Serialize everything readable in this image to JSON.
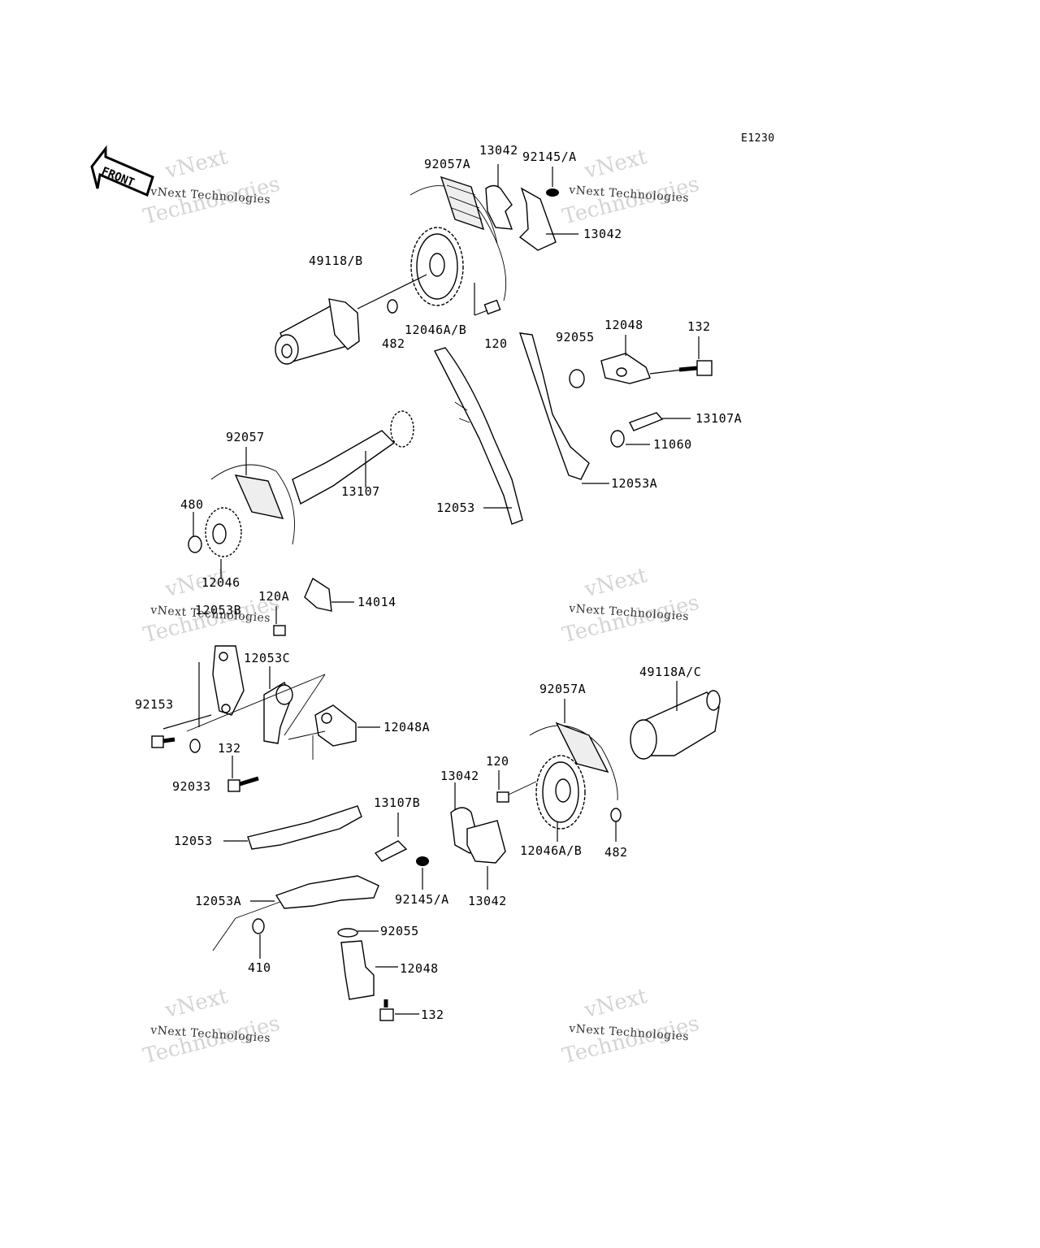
{
  "diagram": {
    "code": "E1230",
    "front_label": "FRONT",
    "watermark": {
      "line1": "vNext",
      "line2": "vNext Technologies",
      "line3": "Technologies"
    },
    "labels": {
      "p13042_top": "13042",
      "p92057A_top": "92057A",
      "p92145A_top": "92145/A",
      "p13042_right": "13042",
      "p49118B": "49118/B",
      "p482_top": "482",
      "p12046AB_top": "12046A/B",
      "p120_top": "120",
      "p92055_top": "92055",
      "p12048_top": "12048",
      "p132_top": "132",
      "p13107A": "13107A",
      "p11060": "11060",
      "p12053A_top": "12053A",
      "p92057": "92057",
      "p13107": "13107",
      "p12053_mid": "12053",
      "p480": "480",
      "p12046": "12046",
      "p120A": "120A",
      "p14014": "14014",
      "p12053B": "12053B",
      "p12053C": "12053C",
      "p49118AC": "49118A/C",
      "p92057A_bot": "92057A",
      "p92153": "92153",
      "p12048A": "12048A",
      "p132_mid": "132",
      "p92033": "92033",
      "p120_bot": "120",
      "p13042_bot_left": "13042",
      "p13107B": "13107B",
      "p12053_bot": "12053",
      "p12046AB_bot": "12046A/B",
      "p482_bot": "482",
      "p92145A_bot": "92145/A",
      "p13042_bot": "13042",
      "p12053A_bot": "12053A",
      "p92055_bot": "92055",
      "p410": "410",
      "p12048_bot": "12048",
      "p132_bot": "132"
    }
  }
}
